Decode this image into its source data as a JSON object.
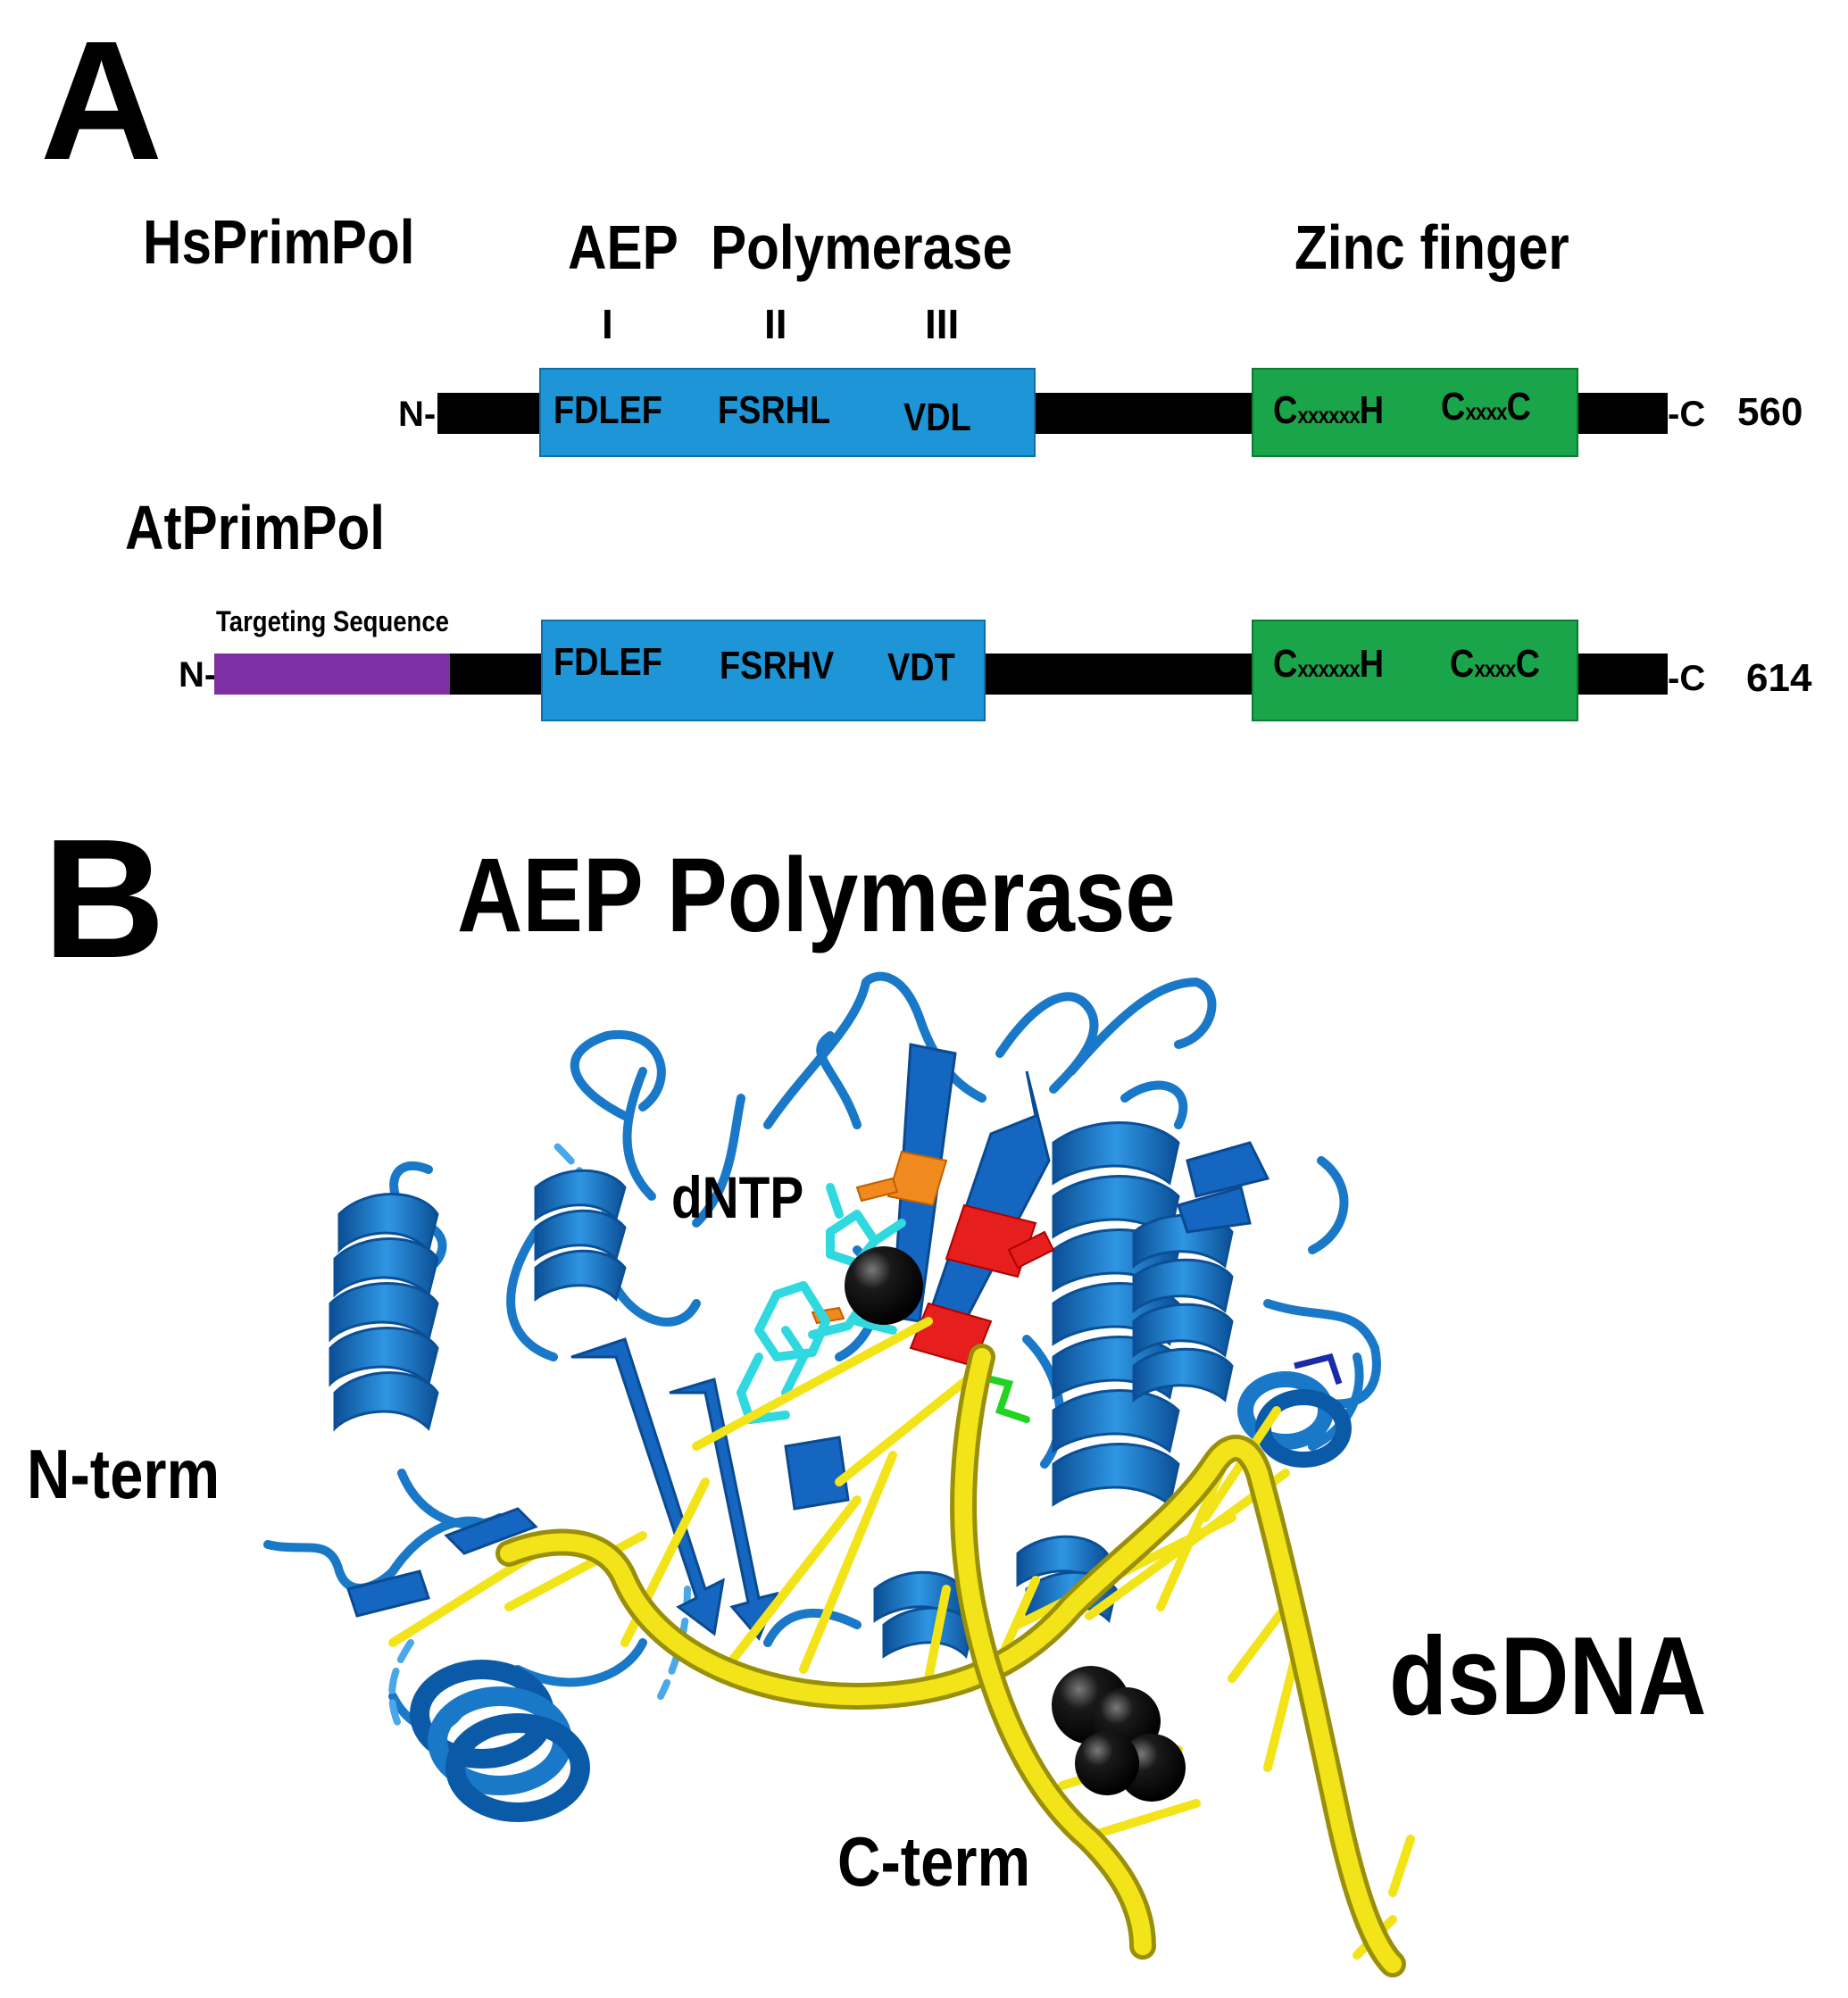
{
  "panel_a": {
    "letter": "A",
    "domain_aep": "AEP",
    "domain_polymerase": "Polymerase",
    "domain_zinc": "Zinc finger",
    "motif_numbers": [
      "I",
      "II",
      "III"
    ],
    "hs": {
      "name": "HsPrimPol",
      "n_term": "N-",
      "c_term": "-C",
      "length": "560",
      "motifs": [
        "FDLEF",
        "FSRHL",
        "VDL"
      ],
      "zinc1_lead": "C",
      "zinc1_sub": "xxxxxx",
      "zinc1_tail": "H",
      "zinc2_lead": "C",
      "zinc2_sub": "xxxx",
      "zinc2_tail": "C"
    },
    "at": {
      "name": "AtPrimPol",
      "n_term": "N-",
      "c_term": "-C",
      "length": "614",
      "targeting": "Targeting Sequence",
      "motifs": [
        "FDLEF",
        "FSRHV",
        "VDT"
      ],
      "zinc1_lead": "C",
      "zinc1_sub": "xxxxxx",
      "zinc1_tail": "H",
      "zinc2_lead": "C",
      "zinc2_sub": "xxxx",
      "zinc2_tail": "C"
    }
  },
  "panel_b": {
    "letter": "B",
    "title": "AEP Polymerase",
    "dntp": "dNTP",
    "n_term": "N-term",
    "c_term": "C-term",
    "dsdna": "dsDNA"
  },
  "colors": {
    "aep_domain": "#1e95d6",
    "zinc_domain": "#1aa54b",
    "targeting": "#7e2fa3",
    "protein": "#1a78c8",
    "dna": "#f2e419",
    "dntp": "#30d9e0",
    "motif_red": "#e61e1e",
    "motif_orange": "#f08a1e",
    "motif_green": "#22d322",
    "metal": "#0a0a0a"
  }
}
